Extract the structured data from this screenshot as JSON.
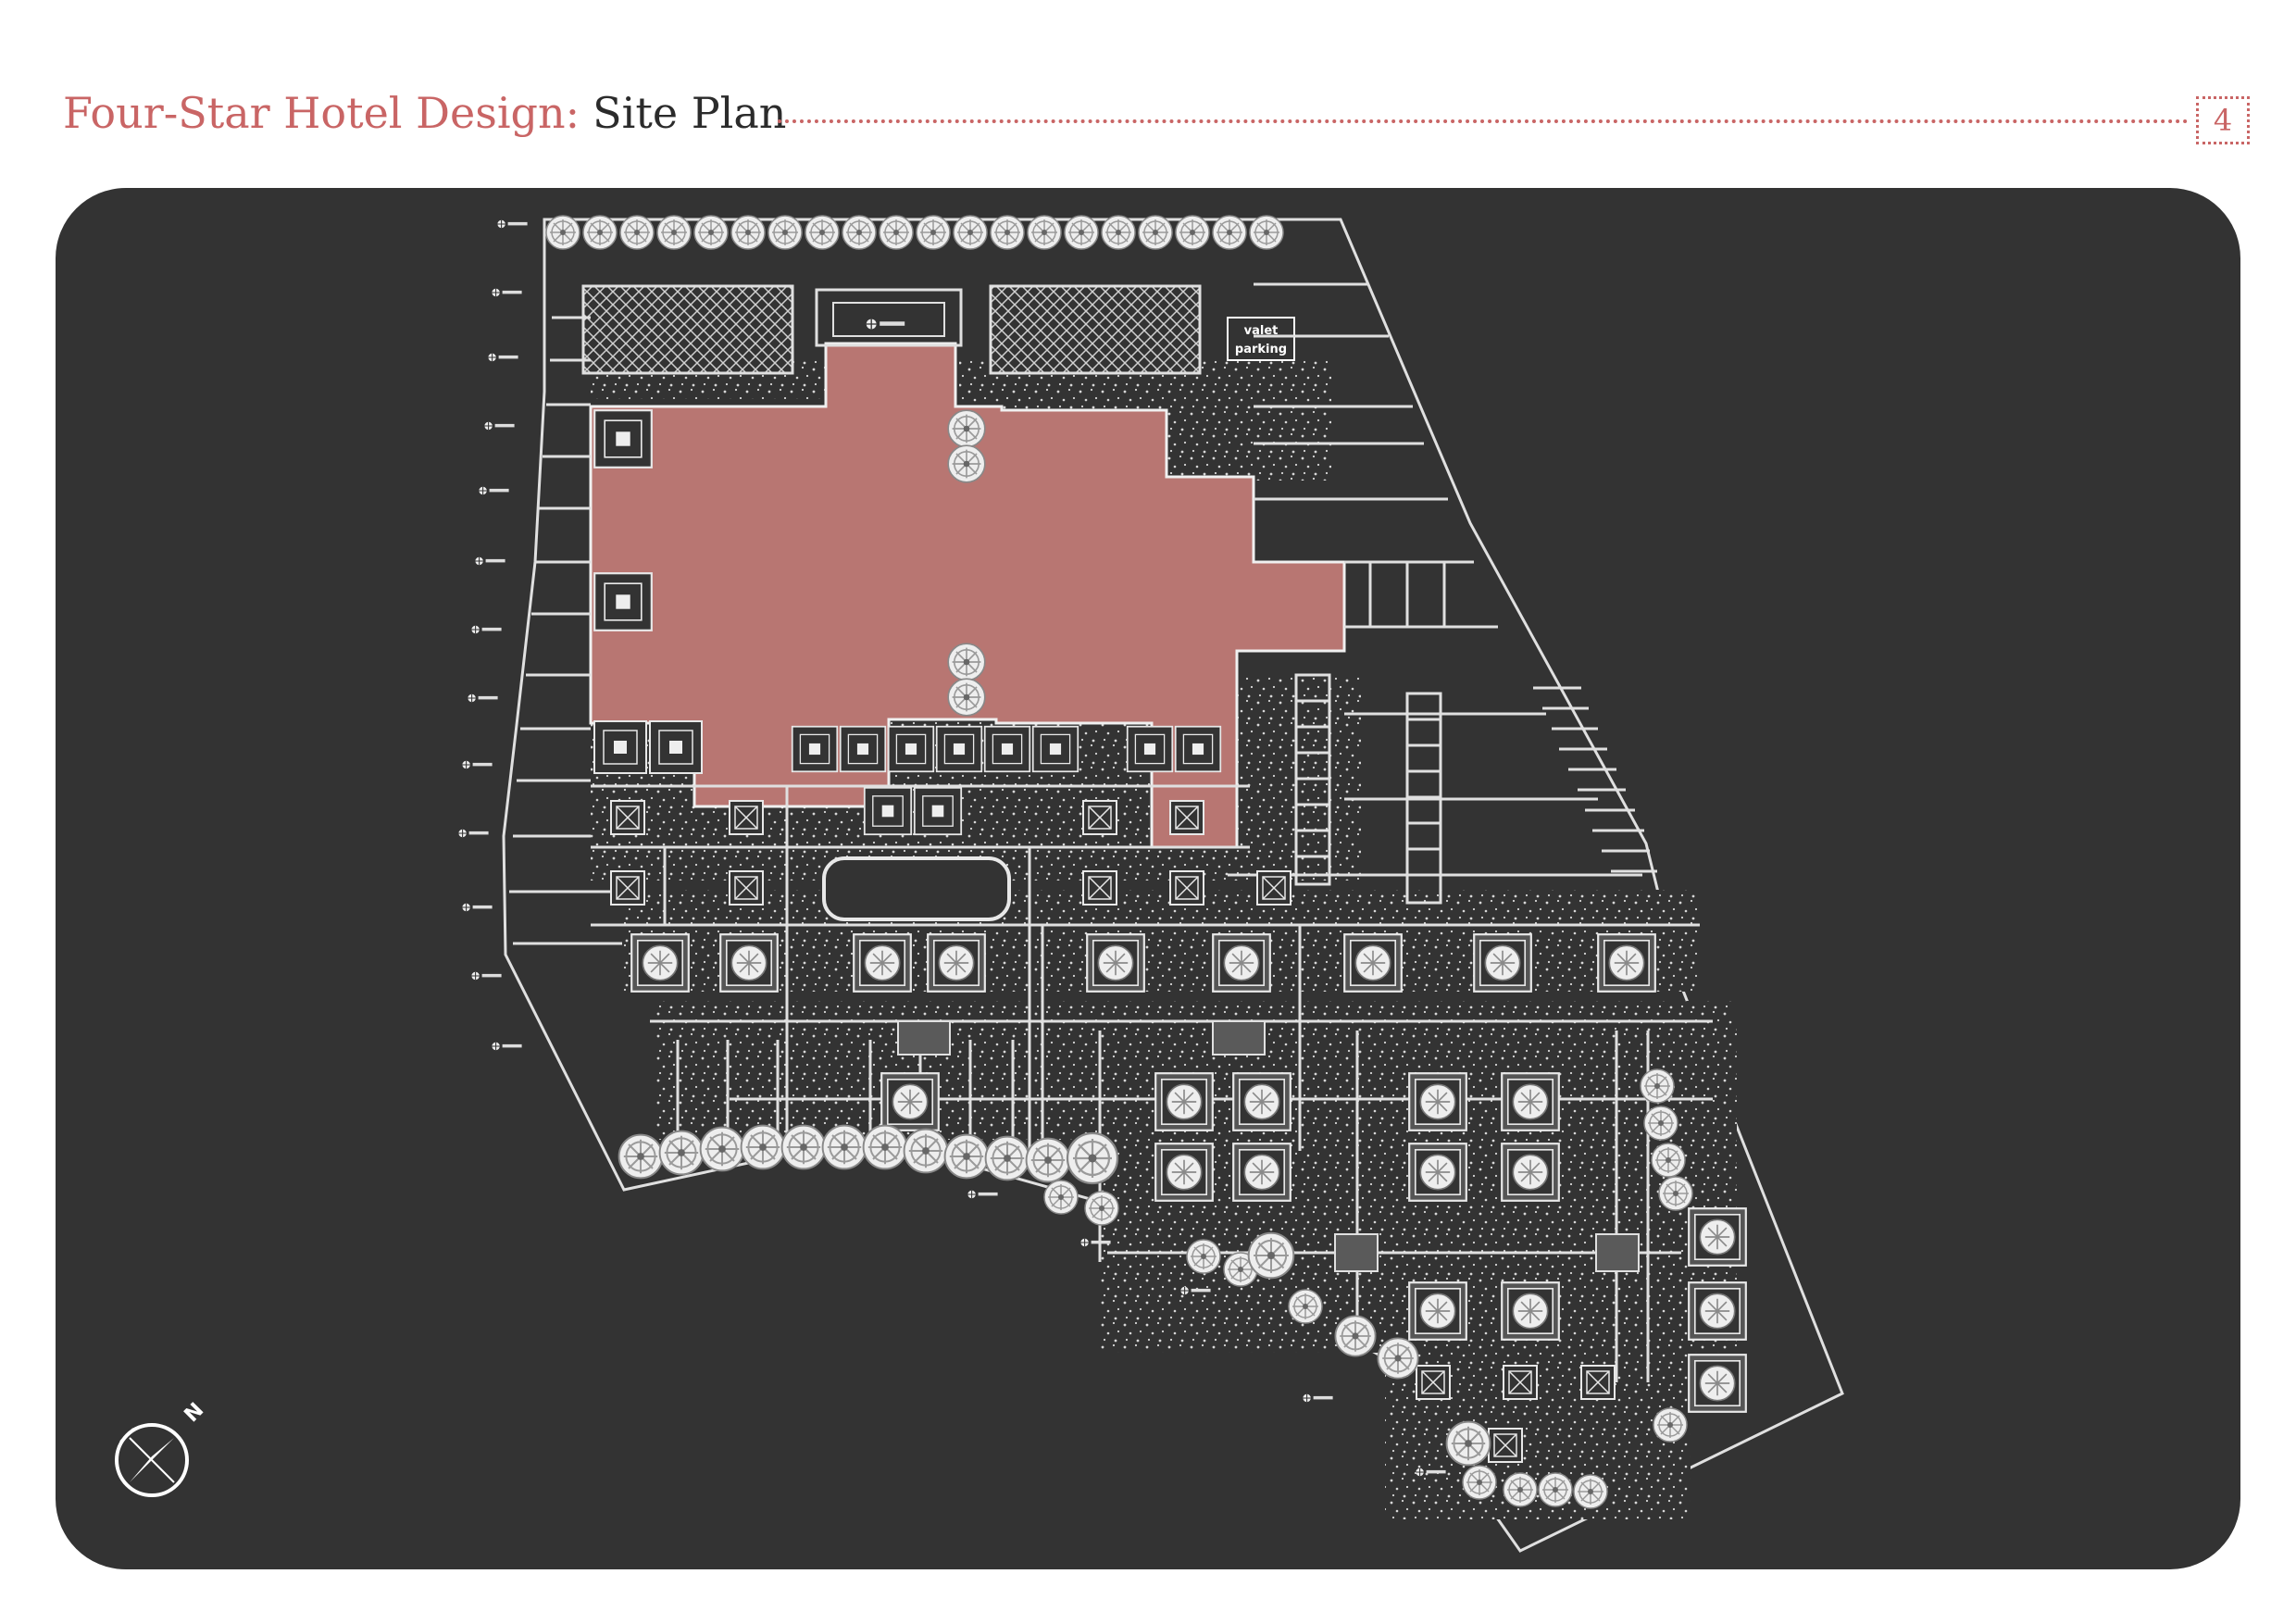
{
  "header": {
    "title_main": "Four-Star Hotel Design:",
    "title_sub": "Site Plan",
    "page_number": "4"
  },
  "plan": {
    "parking_label_line1": "valet",
    "parking_label_line2": "parking",
    "north_label": "N",
    "colors": {
      "panel_background": "#333333",
      "building_fill": "#b87672",
      "linework": "#e0e0e0",
      "accent": "#c96565"
    }
  }
}
